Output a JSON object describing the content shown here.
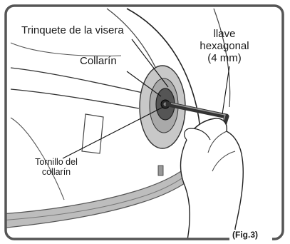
{
  "figure": {
    "label": "(Fig.3)",
    "callouts": {
      "visor_ratchet": "Trinquete de la visera",
      "collar": "Collarín",
      "hex_key": [
        "llave",
        "hexagonal",
        "(4 mm)"
      ],
      "collar_screw": [
        "Tornillo del",
        "collarín"
      ]
    },
    "colors": {
      "frame": "#555555",
      "visor_band": "#bdbdbd",
      "line": "#1a1a1a",
      "hex_key": "#333333"
    }
  }
}
